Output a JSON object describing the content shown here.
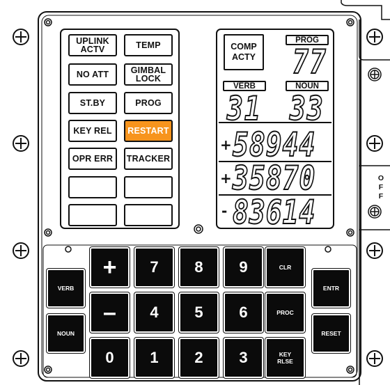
{
  "status_lights": [
    {
      "label": "UPLINK\nACTV",
      "lit": false
    },
    {
      "label": "TEMP",
      "lit": false
    },
    {
      "label": "NO  ATT",
      "lit": false
    },
    {
      "label": "GIMBAL\nLOCK",
      "lit": false
    },
    {
      "label": "ST.BY",
      "lit": false
    },
    {
      "label": "PROG",
      "lit": false
    },
    {
      "label": "KEY REL",
      "lit": false
    },
    {
      "label": "RESTART",
      "lit": true
    },
    {
      "label": "OPR ERR",
      "lit": false
    },
    {
      "label": "TRACKER",
      "lit": false
    },
    {
      "label": "",
      "lit": false
    },
    {
      "label": "",
      "lit": false
    },
    {
      "label": "",
      "lit": false
    },
    {
      "label": "",
      "lit": false
    }
  ],
  "display": {
    "comp_acty_label": "COMP\nACTY",
    "prog_label": "PROG",
    "verb_label": "VERB",
    "noun_label": "NOUN",
    "prog_value": "77",
    "verb_value": "31",
    "noun_value": "33",
    "registers": [
      {
        "sign": "+",
        "value": "58944"
      },
      {
        "sign": "+",
        "value": "35870"
      },
      {
        "sign": "-",
        "value": "83614"
      }
    ]
  },
  "keypad": {
    "verb": "VERB",
    "noun": "NOUN",
    "plus": "+",
    "minus": "–",
    "k0": "0",
    "k1": "1",
    "k2": "2",
    "k3": "3",
    "k4": "4",
    "k5": "5",
    "k6": "6",
    "k7": "7",
    "k8": "8",
    "k9": "9",
    "clr": "CLR",
    "proc": "PROC",
    "key_rlse": "KEY\nRLSE",
    "entr": "ENTR",
    "reset": "RESET"
  },
  "off_label": "O\nF\nF",
  "colors": {
    "lit_lamp": "#f7941d",
    "key": "#0b0b0b",
    "ink": "#111111"
  }
}
